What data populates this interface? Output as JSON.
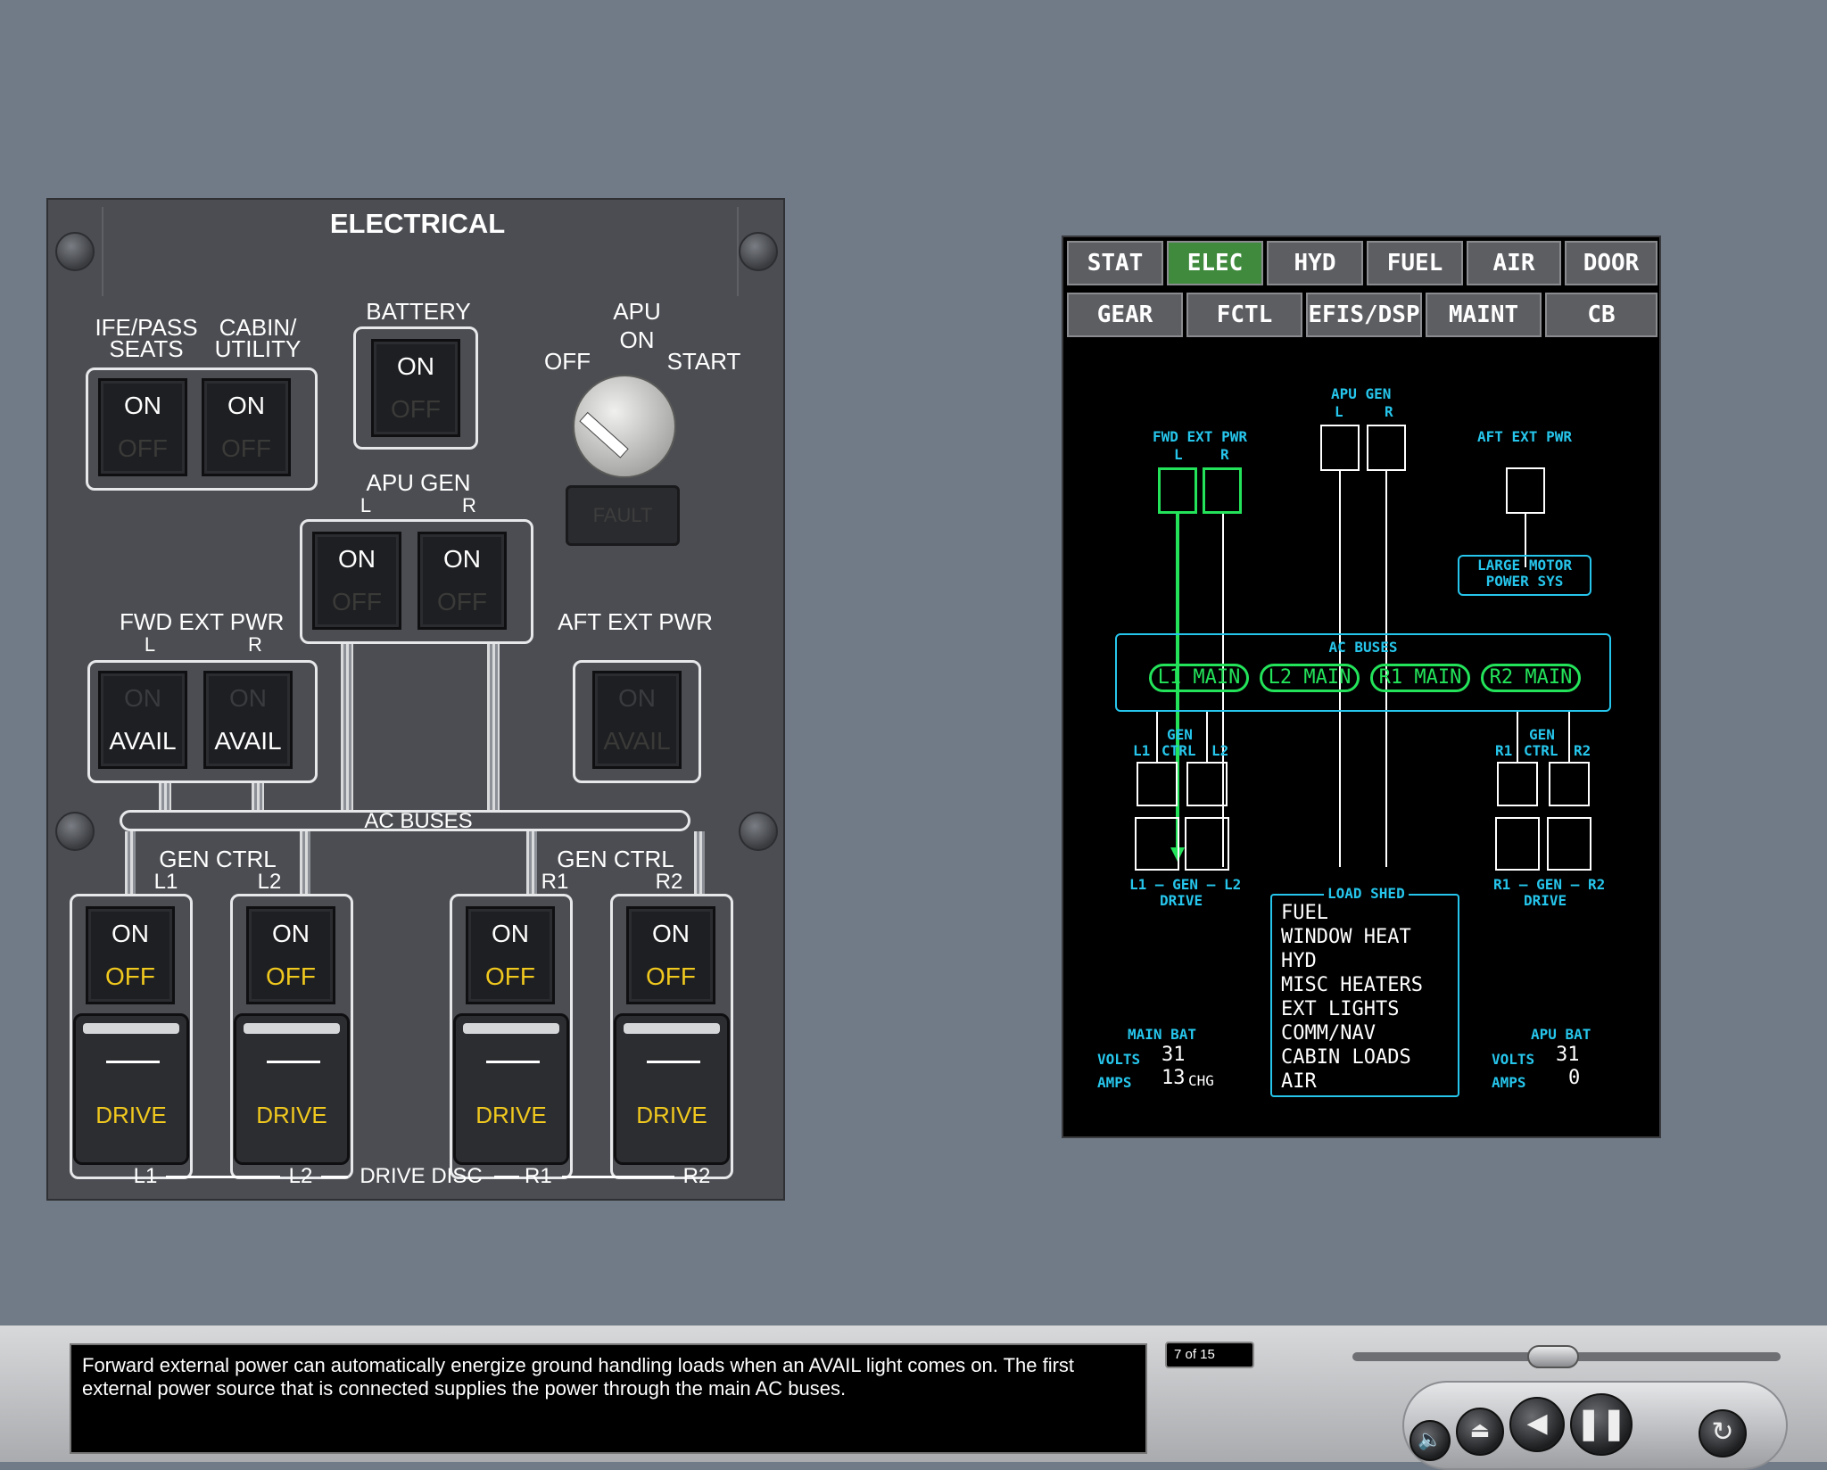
{
  "panel": {
    "title": "ELECTRICAL",
    "ife_label_1": "IFE/PASS",
    "ife_label_2": "SEATS",
    "cabin_label_1": "CABIN/",
    "cabin_label_2": "UTILITY",
    "battery_label": "BATTERY",
    "apu_label": "APU",
    "apu_positions": {
      "off": "OFF",
      "on": "ON",
      "start": "START"
    },
    "apu_fault": "FAULT",
    "apu_gen_label": "APU GEN",
    "fwd_ext_pwr_label": "FWD EXT PWR",
    "aft_ext_pwr_label": "AFT EXT PWR",
    "ac_buses_label": "AC BUSES",
    "gen_ctrl_label": "GEN CTRL",
    "side_l": "L",
    "side_r": "R",
    "l1": "L1",
    "l2": "L2",
    "r1": "R1",
    "r2": "R2",
    "drive_disc": "DRIVE DISC",
    "sw_on": "ON",
    "sw_off": "OFF",
    "sw_avail": "AVAIL",
    "drive": "DRIVE"
  },
  "display": {
    "tabs_row1": [
      "STAT",
      "ELEC",
      "HYD",
      "FUEL",
      "AIR",
      "DOOR"
    ],
    "tabs_row2": [
      "GEAR",
      "FCTL",
      "EFIS/DSP",
      "MAINT",
      "CB"
    ],
    "active_tab": "ELEC",
    "apu_gen": "APU GEN",
    "fwd_ext_pwr": "FWD EXT PWR",
    "aft_ext_pwr": "AFT EXT PWR",
    "l": "L",
    "r": "R",
    "large_motor_1": "LARGE MOTOR",
    "large_motor_2": "POWER SYS",
    "ac_buses": "AC BUSES",
    "buses": [
      "L1 MAIN",
      "L2 MAIN",
      "R1 MAIN",
      "R2 MAIN"
    ],
    "gen": "GEN",
    "ctrl": "CTRL",
    "l1": "L1",
    "l2": "L2",
    "r1": "R1",
    "r2": "R2",
    "left_drive_label": "L1 — GEN — L2",
    "right_drive_label": "R1 — GEN — R2",
    "drive": "DRIVE",
    "load_shed_title": "LOAD SHED",
    "load_shed_items": [
      "FUEL",
      "WINDOW HEAT",
      "HYD",
      "MISC HEATERS",
      "EXT LIGHTS",
      "COMM/NAV",
      "CABIN LOADS",
      "AIR"
    ],
    "main_bat": {
      "label": "MAIN BAT",
      "volts_label": "VOLTS",
      "volts": "31",
      "amps_label": "AMPS",
      "amps": "13",
      "amps_suffix": "CHG"
    },
    "apu_bat": {
      "label": "APU BAT",
      "volts_label": "VOLTS",
      "volts": "31",
      "amps_label": "AMPS",
      "amps": "0"
    }
  },
  "player": {
    "caption": "Forward external power can automatically energize ground handling loads when an AVAIL light comes on. The first external power source that is connected supplies the power through the main AC buses.",
    "counter": "7 of 15"
  },
  "colors": {
    "panel": "#4b4d52",
    "display_green": "#23e35a",
    "display_cyan": "#26c6ec",
    "amber": "#f0c81e",
    "background": "#717a87"
  }
}
